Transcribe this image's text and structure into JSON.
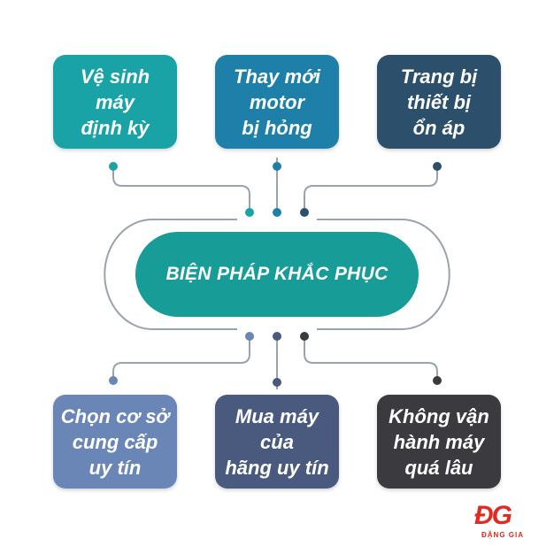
{
  "center": {
    "label": "BIỆN PHÁP KHẮC PHỤC",
    "color": "#189c98"
  },
  "boxes": [
    {
      "text": "Vệ sinh\nmáy\nđịnh kỳ",
      "color": "#1aa3a6"
    },
    {
      "text": "Thay mới\nmotor\nbị hỏng",
      "color": "#1e80a8"
    },
    {
      "text": "Trang bị\nthiết bị\nổn áp",
      "color": "#2c4f6c"
    },
    {
      "text": "Chọn cơ sở\ncung cấp\nuy tín",
      "color": "#6986b6"
    },
    {
      "text": "Mua máy\ncủa\nhãng uy tín",
      "color": "#4a5a7e"
    },
    {
      "text": "Không vận\nhành máy\nquá lâu",
      "color": "#3a3a3f"
    }
  ],
  "logo": {
    "mark": "ĐG",
    "text": "ĐẶNG GIA",
    "color": "#e02a22"
  },
  "connector_color": "#9aa3ad"
}
